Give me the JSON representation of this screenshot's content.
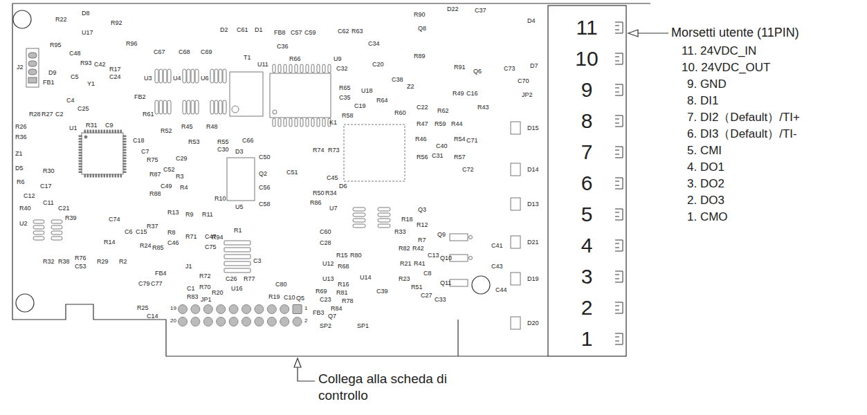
{
  "diagram": {
    "labels": [
      "11",
      "10",
      "9",
      "8",
      "7",
      "6",
      "5",
      "4",
      "3",
      "2",
      "1",
      "Morsetti utente (11PIN)",
      "11. 24VDC_IN",
      "10. 24VDC_OUT",
      "9. GND",
      "8. DI1",
      "7. DI2（Default）/TI+",
      "6. DI3（Default）/TI-",
      "5. CMI",
      "4. DO1",
      "3. DO2",
      "2. DO3",
      "1. CMO",
      "Collega alla scheda di controllo",
      "JP1",
      "19",
      "20",
      "1",
      "2",
      "R22",
      "D8",
      "R92",
      "U17",
      "R95",
      "R96",
      "C48",
      "J2",
      "D9",
      "C5",
      "R93",
      "C42",
      "R17",
      "C24",
      "Y1",
      "FB1",
      "C4",
      "C25",
      "R28",
      "R27",
      "C2",
      "R26",
      "R36",
      "R31",
      "C9",
      "U1",
      "FB2",
      "R61",
      "C18",
      "C7",
      "Z1",
      "D5",
      "R30",
      "R6",
      "C17",
      "C12",
      "C11",
      "R40",
      "C21",
      "R39",
      "U2",
      "C74",
      "R14",
      "R32",
      "R38",
      "R76",
      "C53",
      "R29",
      "R2",
      "C6",
      "C15",
      "R37",
      "R24",
      "R85",
      "R13",
      "R9",
      "R11",
      "R8",
      "C46",
      "R71",
      "C47",
      "C75",
      "R88",
      "R87",
      "R75",
      "C52",
      "C29",
      "R3",
      "C49",
      "R4",
      "R52",
      "R45",
      "R48",
      "R53",
      "R55",
      "C30",
      "U3",
      "U4",
      "U6",
      "C67",
      "C68",
      "C69",
      "D2",
      "C61",
      "D1",
      "FB8",
      "C57",
      "C59",
      "C36",
      "T1",
      "U11",
      "R66",
      "U9",
      "C62",
      "R63",
      "C34",
      "C32",
      "C20",
      "R65",
      "C35",
      "U18",
      "C19",
      "R64",
      "C38",
      "Z2",
      "C22",
      "R60",
      "R62",
      "R58",
      "K1",
      "R74",
      "R73",
      "R47",
      "R46",
      "R59",
      "R44",
      "R54",
      "C71",
      "C40",
      "R56",
      "C31",
      "R57",
      "R49",
      "C16",
      "R43",
      "D15",
      "D14",
      "D13",
      "D21",
      "D19",
      "D20",
      "D4",
      "D7",
      "D22",
      "C37",
      "R90",
      "Q8",
      "R89",
      "R91",
      "Q6",
      "C73",
      "C70",
      "JP2",
      "C72",
      "D3",
      "C66",
      "C50",
      "C51",
      "Q2",
      "C56",
      "C58",
      "R10",
      "U5",
      "R1",
      "R94",
      "J1",
      "C3",
      "U16",
      "C26",
      "R77",
      "R72",
      "R70",
      "R20",
      "C1",
      "R83",
      "C80",
      "C10",
      "R19",
      "Q5",
      "C23",
      "R69",
      "R78",
      "R84",
      "R81",
      "R16",
      "U13",
      "U12",
      "R68",
      "R15",
      "R80",
      "C60",
      "C28",
      "U7",
      "R86",
      "R50",
      "R34",
      "D6",
      "C45",
      "FB3",
      "Q7",
      "SP2",
      "SP1",
      "U14",
      "C39",
      "R33",
      "R18",
      "R12",
      "Q3",
      "R7",
      "C13",
      "C8",
      "R82",
      "R42",
      "R21",
      "R41",
      "R23",
      "R51",
      "C27",
      "C33",
      "Q9",
      "Q10",
      "Q11",
      "C41",
      "C43",
      "C44",
      "C77",
      "C79",
      "FB4",
      "R25",
      "C14"
    ]
  }
}
